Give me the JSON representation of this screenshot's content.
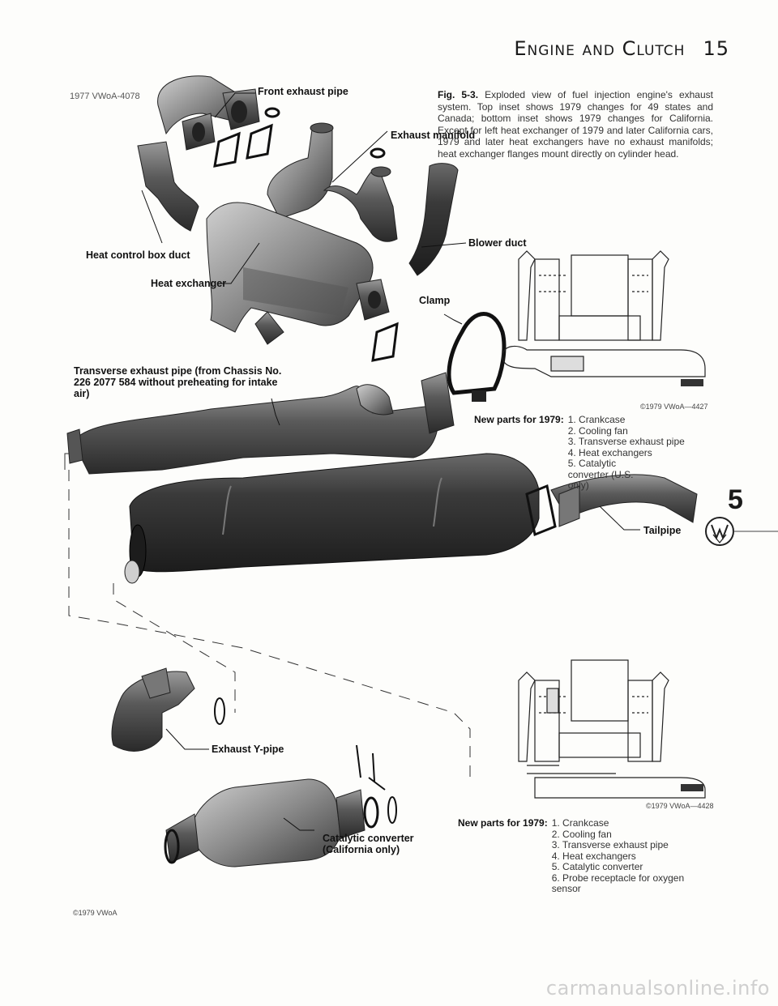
{
  "header": {
    "title": "Engine and Clutch",
    "page_number": "15"
  },
  "top_ref": "1977 VWoA-4078",
  "caption": {
    "figure": "Fig. 5-3.",
    "text": "Exploded view of fuel injection engine's exhaust system. Top inset shows 1979 changes for 49 states and Canada; bottom inset shows 1979 changes for California. Except for left heat exchanger of 1979 and later California cars, 1979 and later heat exchangers have no exhaust manifolds; heat exchanger flanges mount directly on cylinder head."
  },
  "labels": {
    "front_exhaust_pipe": "Front exhaust pipe",
    "exhaust_manifold": "Exhaust manifold",
    "heat_control_box_duct": "Heat control box duct",
    "heat_exchanger": "Heat exchanger",
    "blower_duct": "Blower duct",
    "clamp": "Clamp",
    "transverse_pipe": "Transverse exhaust pipe (from Chassis No. 226 2077 584 without preheating for intake air)",
    "tailpipe": "Tailpipe",
    "exhaust_y_pipe": "Exhaust Y-pipe",
    "catalytic_converter": "Catalytic converter (California only)"
  },
  "inset_top": {
    "ref": "©1979 VWoA—4427",
    "heading": "New parts for 1979:",
    "items": [
      "1. Crankcase",
      "2. Cooling fan",
      "3. Transverse exhaust pipe",
      "4. Heat exchangers",
      "5. Catalytic converter (U.S. only)"
    ]
  },
  "inset_bottom": {
    "ref": "©1979 VWoA—4428",
    "heading": "New parts for 1979:",
    "items": [
      "1. Crankcase",
      "2. Cooling fan",
      "3. Transverse exhaust pipe",
      "4. Heat exchangers",
      "5. Catalytic converter",
      "6. Probe receptacle for oxygen sensor"
    ]
  },
  "section_number": "5",
  "bottom_ref": "©1979 VWoA",
  "watermark": "carmanualsonline.info"
}
